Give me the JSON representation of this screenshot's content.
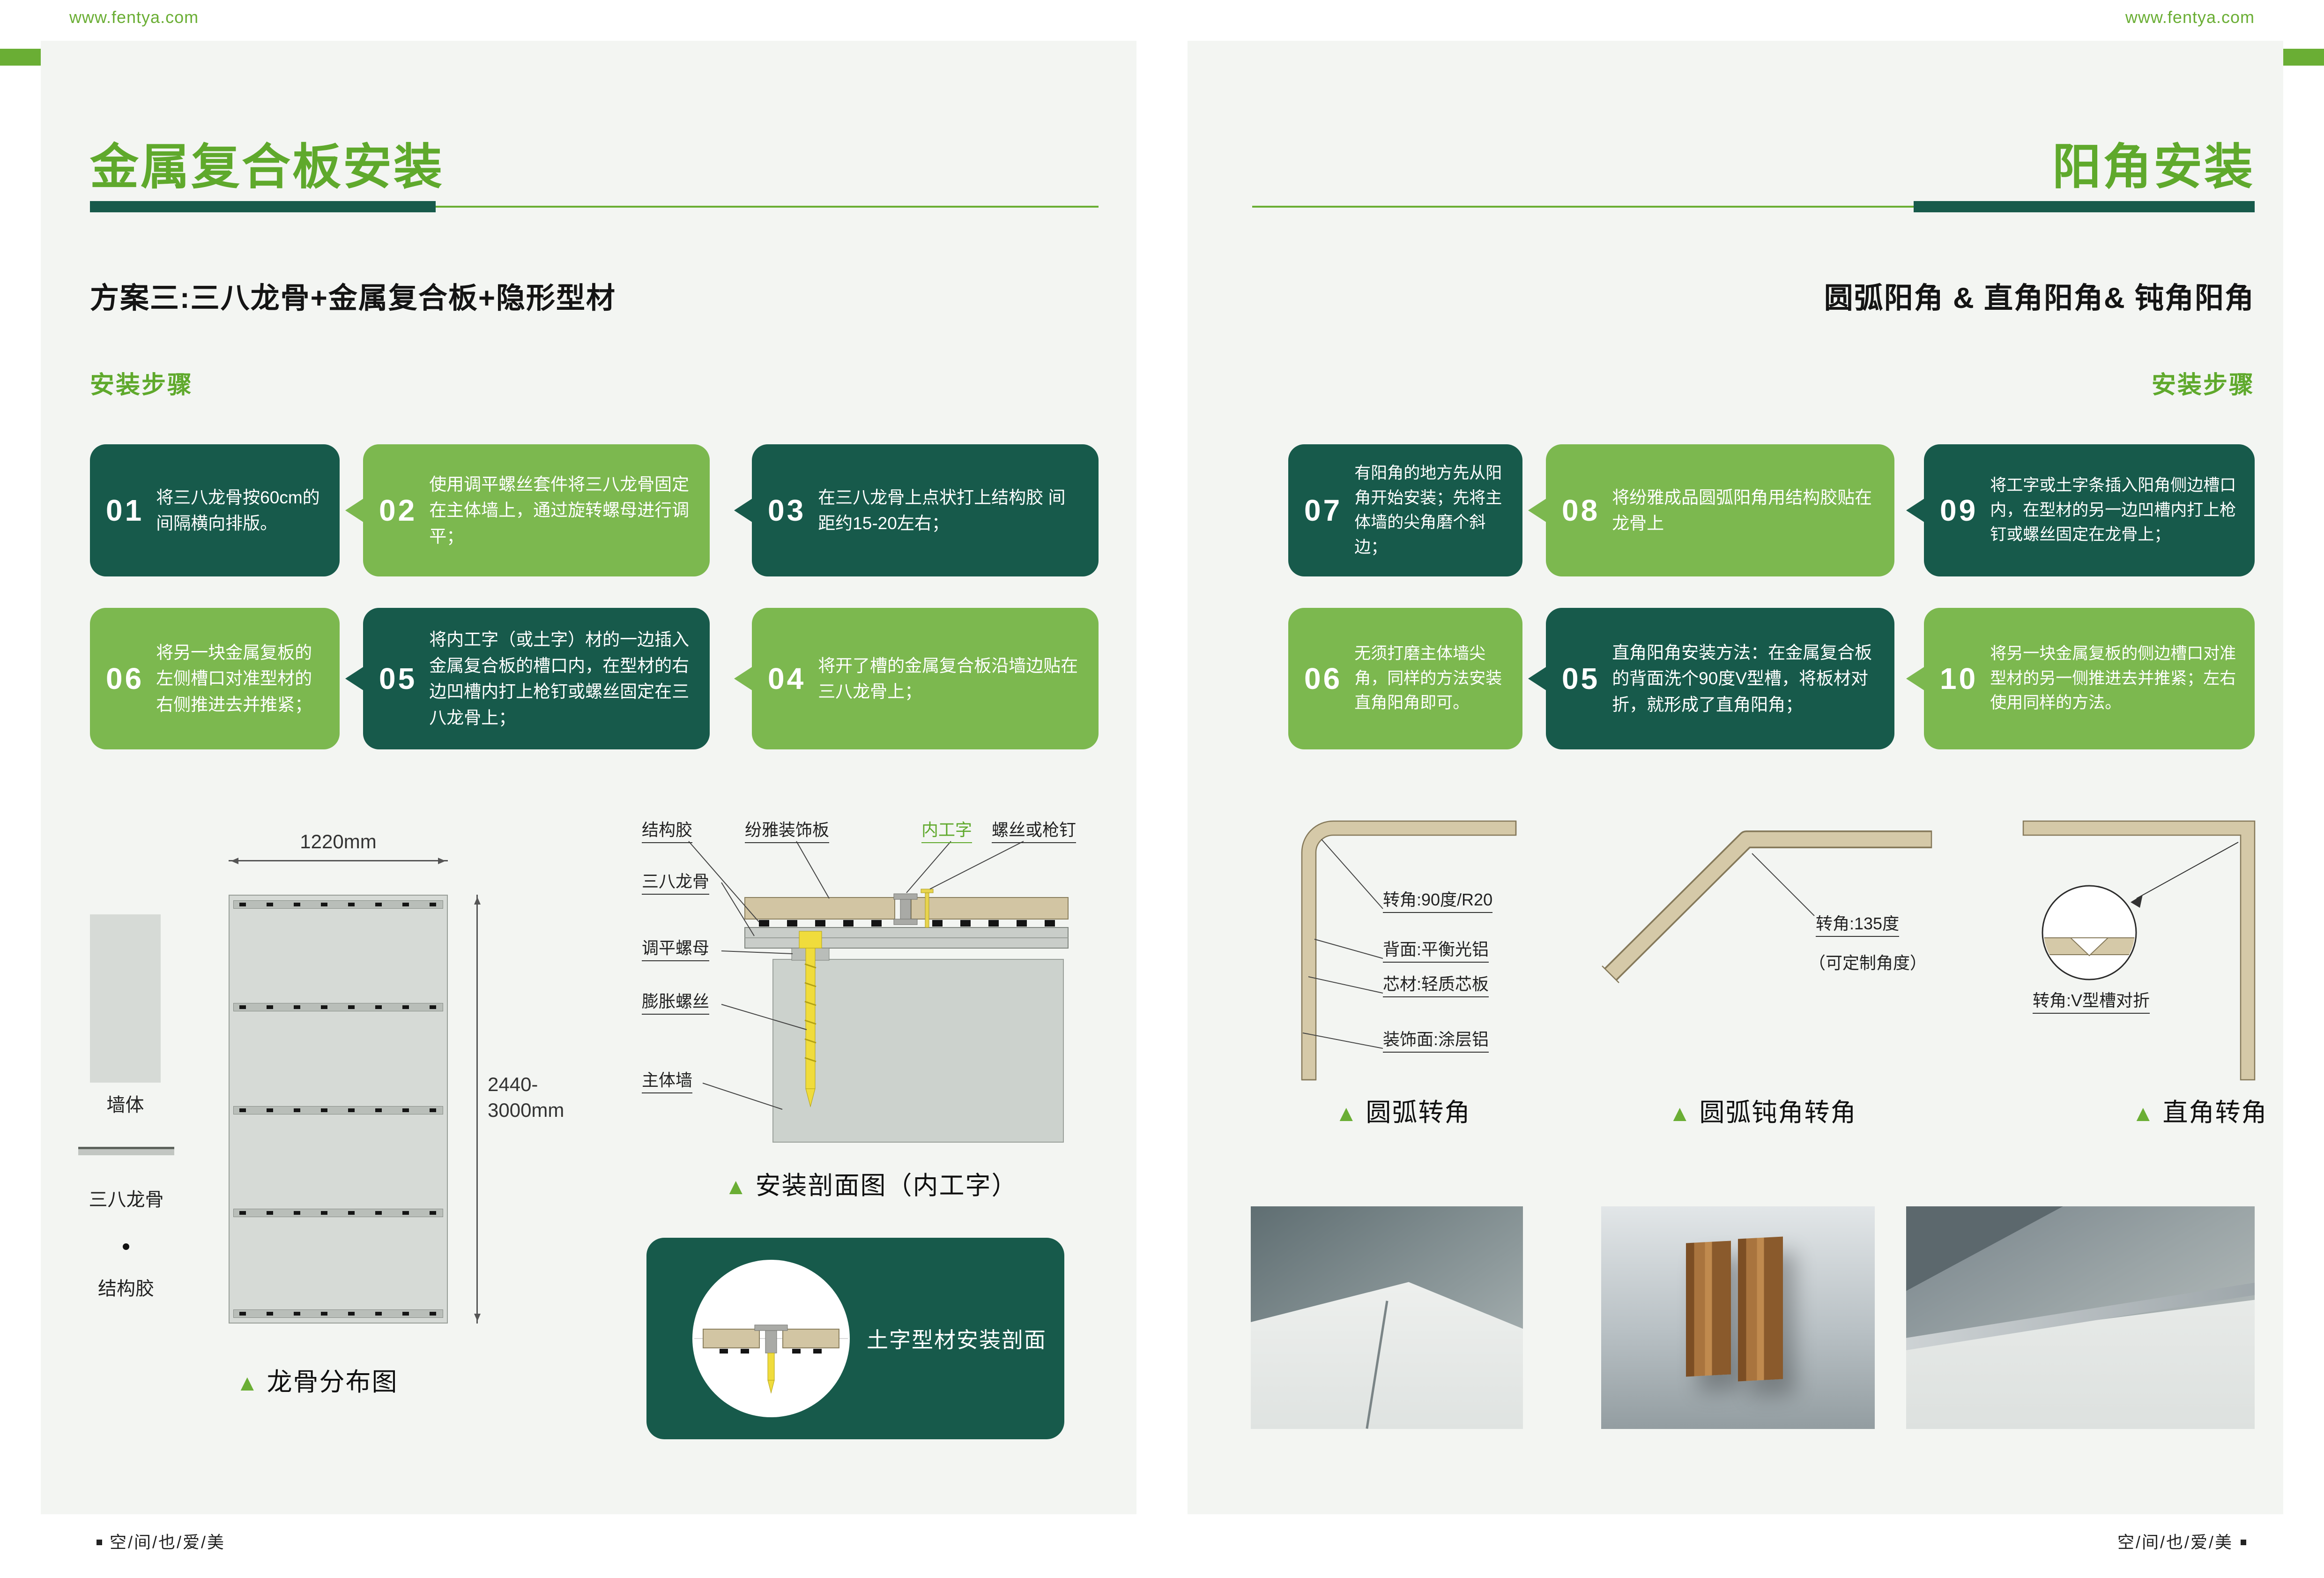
{
  "colors": {
    "accent_green": "#5fa92c",
    "bubble_green": "#7cb84f",
    "dark_teal": "#175a4b",
    "page_bg": "#f3f5f2"
  },
  "header": {
    "website_left": "www.fentya.com",
    "website_right": "www.fentya.com"
  },
  "footer": {
    "left": "空/间/也/爱/美",
    "right": "空/间/也/爱/美"
  },
  "left_page": {
    "title": "金属复合板安装",
    "subtitle": "方案三:三八龙骨+金属复合板+隐形型材",
    "steps_label": "安装步骤",
    "steps": [
      {
        "num": "01",
        "color": "dark",
        "text": "将三八龙骨按60cm的间隔横向排版。"
      },
      {
        "num": "02",
        "color": "green",
        "text": "使用调平螺丝套件将三八龙骨固定在主体墙上，通过旋转螺母进行调平；"
      },
      {
        "num": "03",
        "color": "dark",
        "text": "在三八龙骨上点状打上结构胶 间距约15-20左右；"
      },
      {
        "num": "06",
        "color": "green",
        "text": "将另一块金属复板的左侧槽口对准型材的右侧推进去并推紧；"
      },
      {
        "num": "05",
        "color": "dark",
        "text": "将内工字（或土字）材的一边插入金属复合板的槽口内，在型材的右边凹槽内打上枪钉或螺丝固定在三八龙骨上；"
      },
      {
        "num": "04",
        "color": "green",
        "text": "将开了槽的金属复合板沿墙边贴在三八龙骨上；"
      }
    ],
    "keel_diagram": {
      "wall_label": "墙体",
      "keel_label": "三八龙骨",
      "glue_label": "结构胶",
      "width_dim": "1220mm",
      "height_dim": "2440-\n3000mm",
      "caption": "龙骨分布图"
    },
    "section_diagram": {
      "top_labels": [
        "结构胶",
        "纷雅装饰板",
        "内工字",
        "螺丝或枪钉"
      ],
      "side_labels": [
        "三八龙骨",
        "调平螺母",
        "膨胀螺丝",
        "主体墙"
      ],
      "caption": "安装剖面图（内工字）"
    },
    "tee_box_label": "土字型材安装剖面"
  },
  "right_page": {
    "title": "阳角安装",
    "subtitle": "圆弧阳角 & 直角阳角& 钝角阳角",
    "steps_label": "安装步骤",
    "steps": [
      {
        "num": "07",
        "color": "dark",
        "text": "有阳角的地方先从阳角开始安装；先将主体墙的尖角磨个斜边；"
      },
      {
        "num": "08",
        "color": "green",
        "text": "将纷雅成品圆弧阳角用结构胶贴在龙骨上"
      },
      {
        "num": "09",
        "color": "dark",
        "text": "将工字或土字条插入阳角侧边槽口内，在型材的另一边凹槽内打上枪钉或螺丝固定在龙骨上；"
      },
      {
        "num": "06",
        "color": "green",
        "text": "无须打磨主体墙尖角，同样的方法安装直角阳角即可。"
      },
      {
        "num": "05",
        "color": "dark",
        "text": "直角阳角安装方法：在金属复合板的背面洗个90度V型槽，将板材对折，就形成了直角阳角；"
      },
      {
        "num": "10",
        "color": "green",
        "text": "将另一块金属复板的侧边槽口对准型材的另一侧推进去并推紧；左右使用同样的方法。"
      }
    ],
    "corners": [
      {
        "caption": "圆弧转角",
        "labels": [
          "转角:90度/R20",
          "背面:平衡光铝",
          "芯材:轻质芯板",
          "装饰面:涂层铝"
        ]
      },
      {
        "caption": "圆弧钝角转角",
        "labels": [
          "转角:135度",
          "（可定制角度）"
        ]
      },
      {
        "caption": "直角转角",
        "labels": [
          "转角:V型槽对折"
        ]
      }
    ]
  }
}
